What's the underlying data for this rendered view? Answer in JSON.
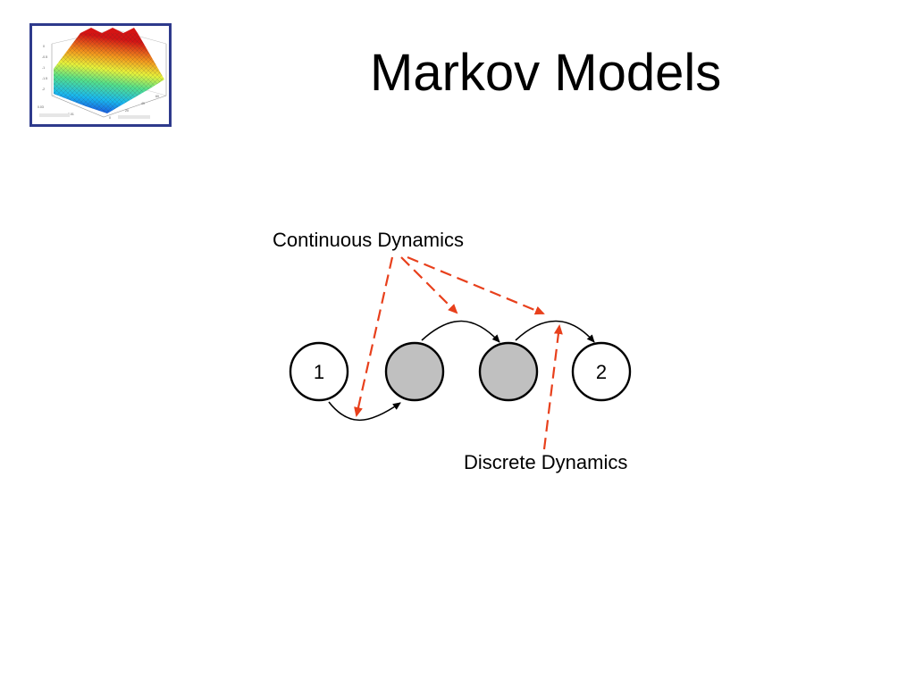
{
  "slide": {
    "title": "Markov Models"
  },
  "thumbnail": {
    "icon": "surface-plot-thumbnail"
  },
  "diagram": {
    "labels": {
      "continuous": "Continuous Dynamics",
      "discrete": "Discrete Dynamics"
    },
    "nodes": [
      {
        "label": "1",
        "fill": "#ffffff"
      },
      {
        "label": "",
        "fill": "#c0c0c0"
      },
      {
        "label": "",
        "fill": "#c0c0c0"
      },
      {
        "label": "2",
        "fill": "#ffffff"
      }
    ],
    "colors": {
      "dashed_arrow": "#e8401c",
      "node_stroke": "#000000",
      "hidden_node": "#c0c0c0",
      "thumbnail_border": "#2e3a8c"
    }
  }
}
